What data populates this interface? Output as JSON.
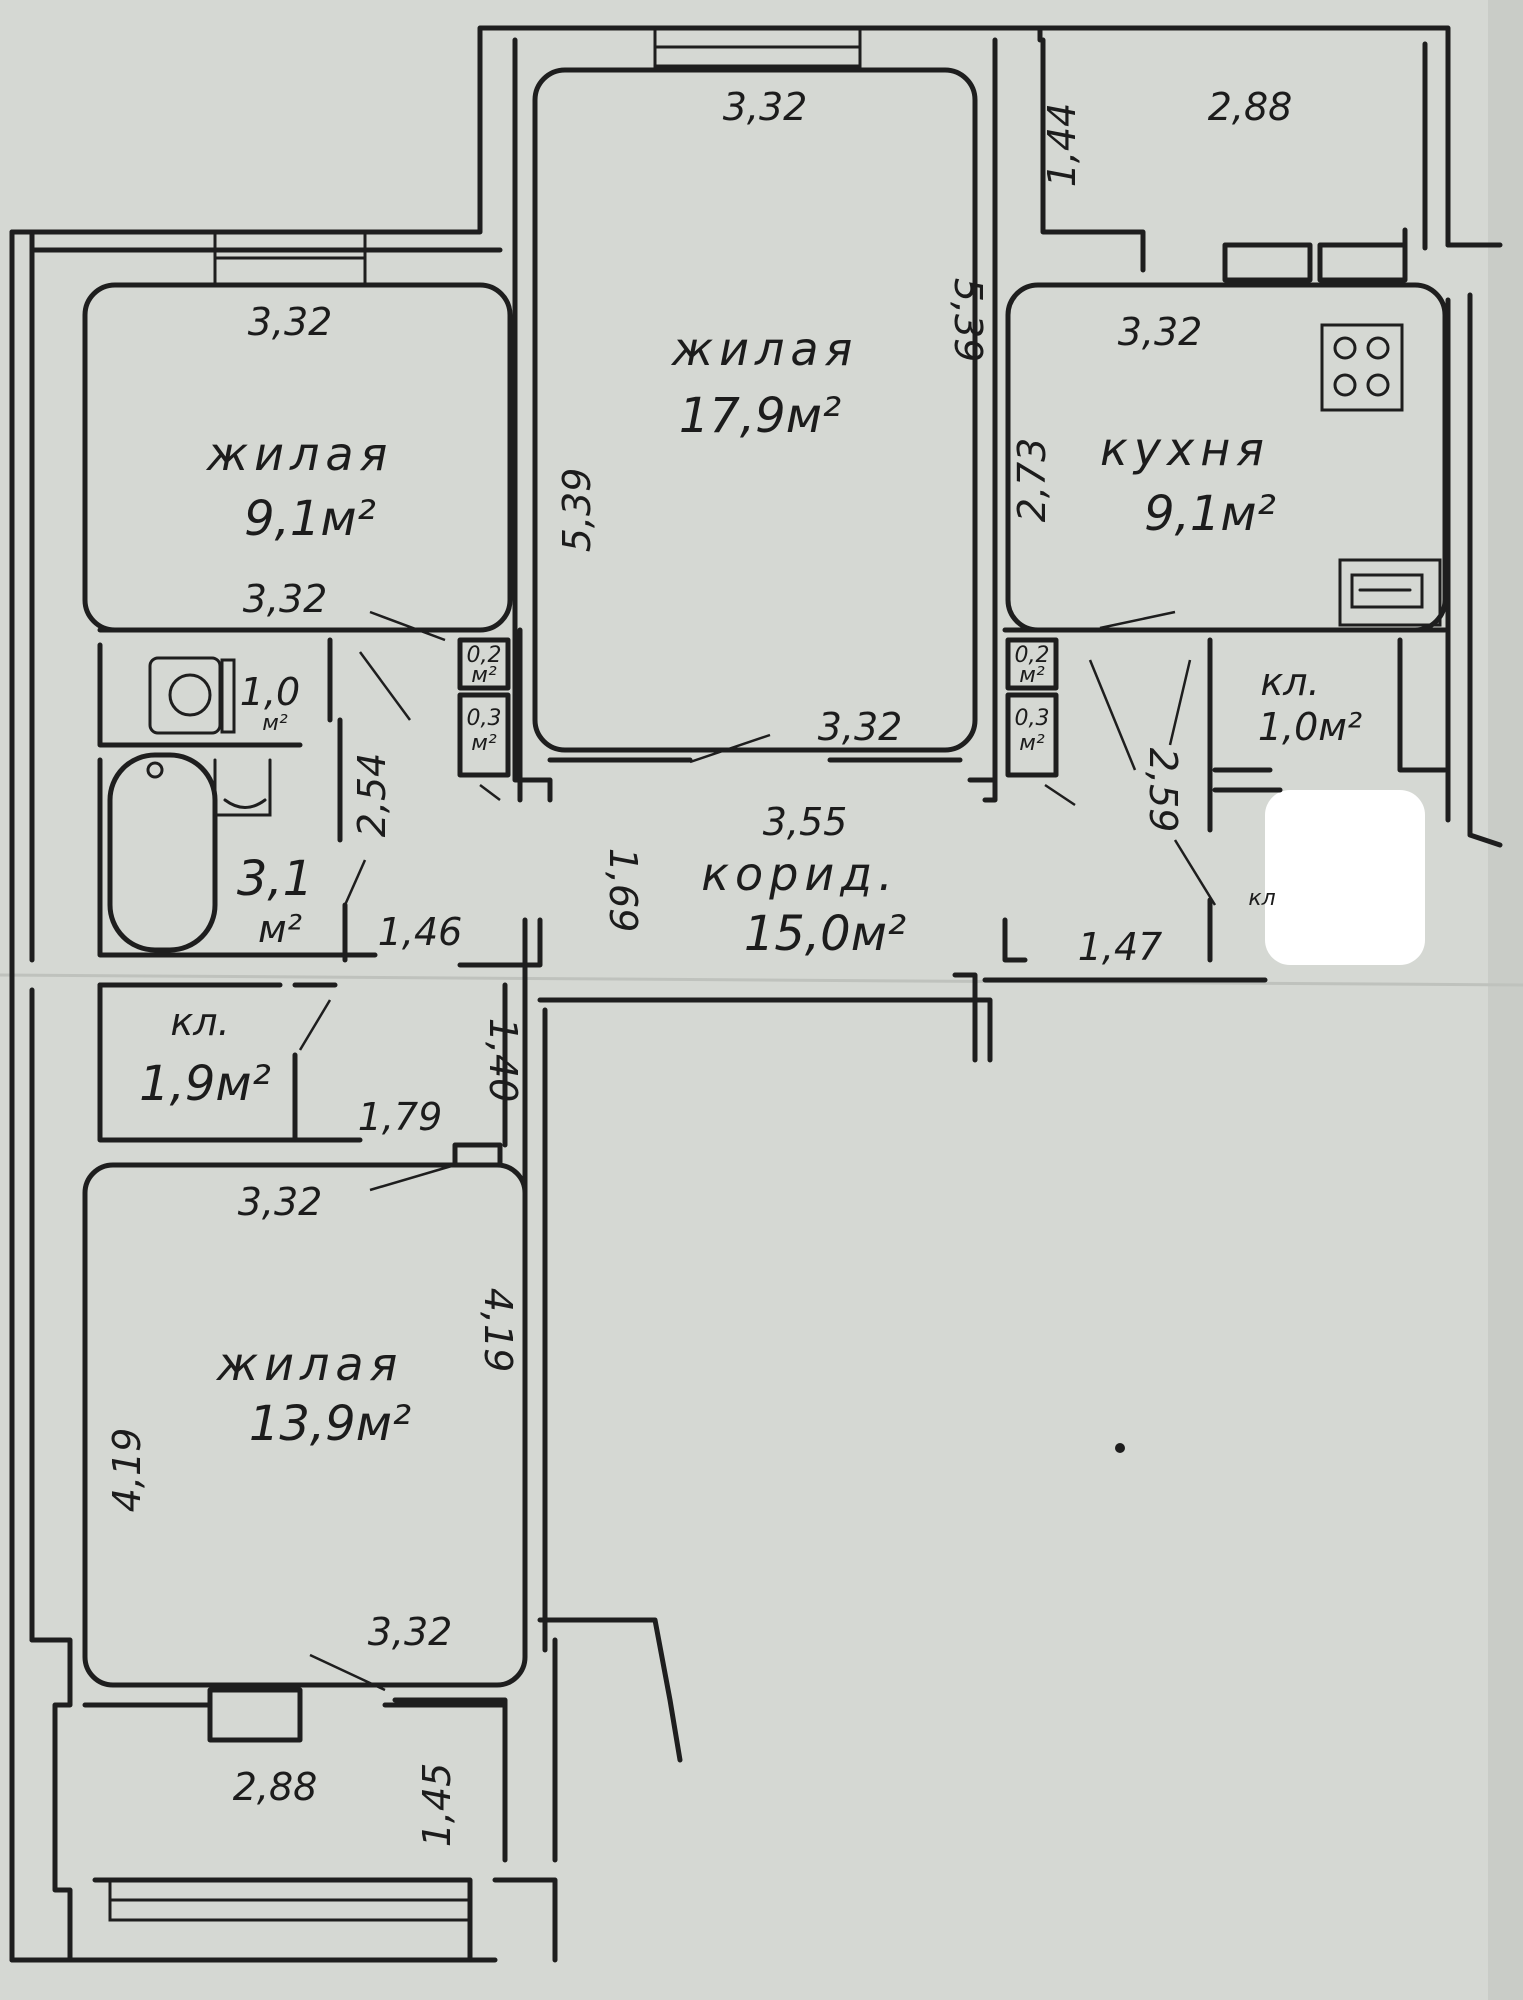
{
  "rooms": {
    "living_large": {
      "title": "жилая",
      "area": "17,9м²",
      "width": "3,32",
      "length": "5,39",
      "length_left": "5,39"
    },
    "living_left": {
      "title": "жилая",
      "area": "9,1м²",
      "width_top": "3,32",
      "width_bottom": "3,32"
    },
    "kitchen": {
      "title": "кухня",
      "area": "9,1м²",
      "width": "3,32",
      "length": "2,73"
    },
    "living_bottom": {
      "title": "жилая",
      "area": "13,9м²",
      "width_top": "3,32",
      "width_bottom": "3,32",
      "length_left": "4,19",
      "length_right": "4,19"
    },
    "corridor": {
      "title": "корид.",
      "area": "15,0м²",
      "width": "3,55",
      "dim_top": "3,32",
      "dim_left": "1,69",
      "dim_right": "1,47"
    },
    "toilet": {
      "area": "1,0",
      "unit": "м²"
    },
    "bathroom": {
      "area": "3,1",
      "unit": "м²",
      "dim_height": "2,54",
      "dim_door": "1,46"
    },
    "closet_kitchen": {
      "title": "кл.",
      "area": "1,0м²",
      "dim": "2,59",
      "label": "кл"
    },
    "closet_left": {
      "title": "кл.",
      "area": "1,9м²",
      "dim_w": "1,79",
      "dim_h": "1,40"
    },
    "balcony_top": {
      "width": "2,88",
      "depth": "1,44"
    },
    "balcony_bottom": {
      "width": "2,88",
      "depth": "1,45"
    },
    "shaft_left_1": {
      "value": "0,2",
      "unit": "м²"
    },
    "shaft_left_2": {
      "value": "0,3",
      "unit": "м²"
    },
    "shaft_right_1": {
      "value": "0,2",
      "unit": "м²"
    },
    "shaft_right_2": {
      "value": "0,3",
      "unit": "м²"
    }
  },
  "colors": {
    "paper": "#d5d8d3",
    "ink": "#1e1e1e"
  },
  "icons": [
    "stove-icon",
    "toilet-icon",
    "bathtub-icon",
    "sink-icon"
  ]
}
